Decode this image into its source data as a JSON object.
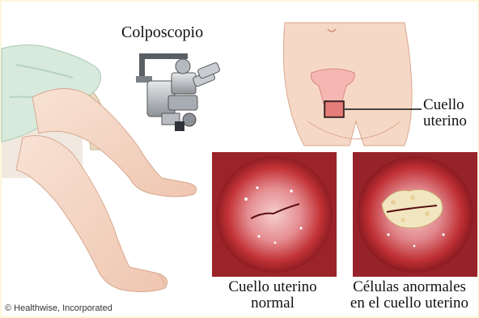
{
  "labels": {
    "colposcope": "Colposcopio",
    "cervix_line1": "Cuello",
    "cervix_line2": "uterino",
    "normal_line1": "Cuello uterino",
    "normal_line2": "normal",
    "abnormal_line1": "Células anormales",
    "abnormal_line2": "en el cuello uterino"
  },
  "credit": "© Healthwise, Incorporated",
  "colors": {
    "background": "#fdf7d9",
    "skin": "#f6d8c6",
    "gown": "#d7eadc",
    "tissue": "#c23236",
    "lesion": "#f2e6c0",
    "device": "#9aa0a6"
  }
}
